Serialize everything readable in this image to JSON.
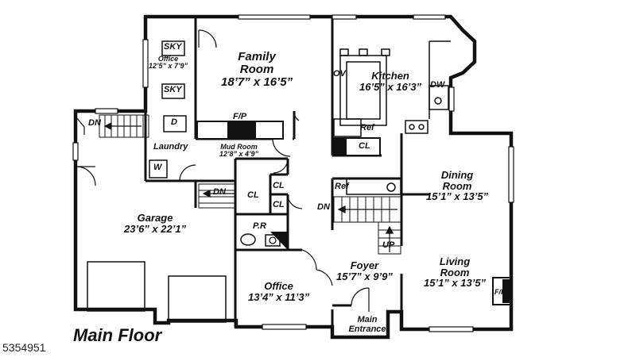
{
  "floor_title": "Main Floor",
  "listing_number": "5354951",
  "rooms": {
    "family_room": {
      "name": "Family Room",
      "dims": "18’7” x 16’5”"
    },
    "kitchen": {
      "name": "Kitchen",
      "dims": "16’5” x 16’3”"
    },
    "office_upper": {
      "name": "Office",
      "dims": "12’5” x 7’9”"
    },
    "mud_room": {
      "name": "Mud Room",
      "dims": "12’8” x 4’9”"
    },
    "laundry": {
      "name": "Laundry"
    },
    "garage": {
      "name": "Garage",
      "dims": "23’6” x 22’1”"
    },
    "dining_room": {
      "name": "Dining Room",
      "dims": "15’1” x 13’5”"
    },
    "living_room": {
      "name": "Living Room",
      "dims": "15’1” x 13’5”"
    },
    "foyer": {
      "name": "Foyer",
      "dims": "15’7” x 9’9”"
    },
    "office_lower": {
      "name": "Office",
      "dims": "13’4” x 11’3”"
    },
    "powder_room": {
      "name": "P.R"
    },
    "main_entrance": {
      "name": "Main Entrance"
    }
  },
  "fixtures": {
    "sky_1": "SKY",
    "sky_2": "SKY",
    "fireplace_family": "F/P",
    "fireplace_living": "F/P",
    "oven": "OV",
    "dishwasher": "DW",
    "refrigerator_kitchen": "Ref",
    "refrigerator_bar": "Ref",
    "closet_kitchen": "CL",
    "closet_mud": "CL",
    "closet_small_1": "CL",
    "closet_small_2": "CL",
    "dryer": "D",
    "washer": "W"
  },
  "stairs": {
    "garage_down": "DN",
    "mud_down": "DN",
    "foyer_down": "DN",
    "foyer_up": "UP"
  }
}
